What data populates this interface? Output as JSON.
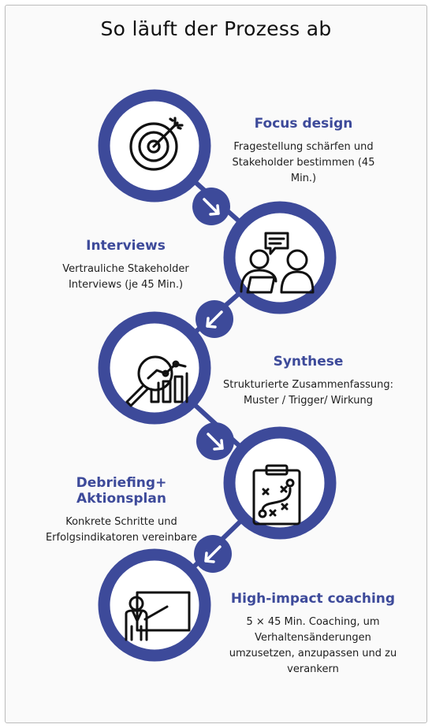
{
  "title": "So läuft der Prozess ab",
  "accent_color": "#3d4a9a",
  "steps": [
    {
      "title": "Focus design",
      "text": "Fragestellung schärfen und Stakeholder bestimmen (45 Min.)",
      "icon": "target-icon"
    },
    {
      "title": "Interviews",
      "text": "Vertrauliche Stakeholder Interviews (je 45 Min.)",
      "icon": "interview-people-icon"
    },
    {
      "title": "Synthese",
      "text": "Strukturierte Zusammenfassung: Muster / Trigger/ Wirkung",
      "icon": "magnifier-chart-icon"
    },
    {
      "title": "Debriefing+ Aktionsplan",
      "text": "Konkrete Schritte und Erfolgsindikatoren vereinbare",
      "icon": "clipboard-plan-icon"
    },
    {
      "title": "High-impact coaching",
      "text": "5 × 45 Min. Coaching, um Verhaltensänderungen umzusetzen, anzupassen und zu verankern",
      "icon": "presenter-board-icon"
    }
  ]
}
